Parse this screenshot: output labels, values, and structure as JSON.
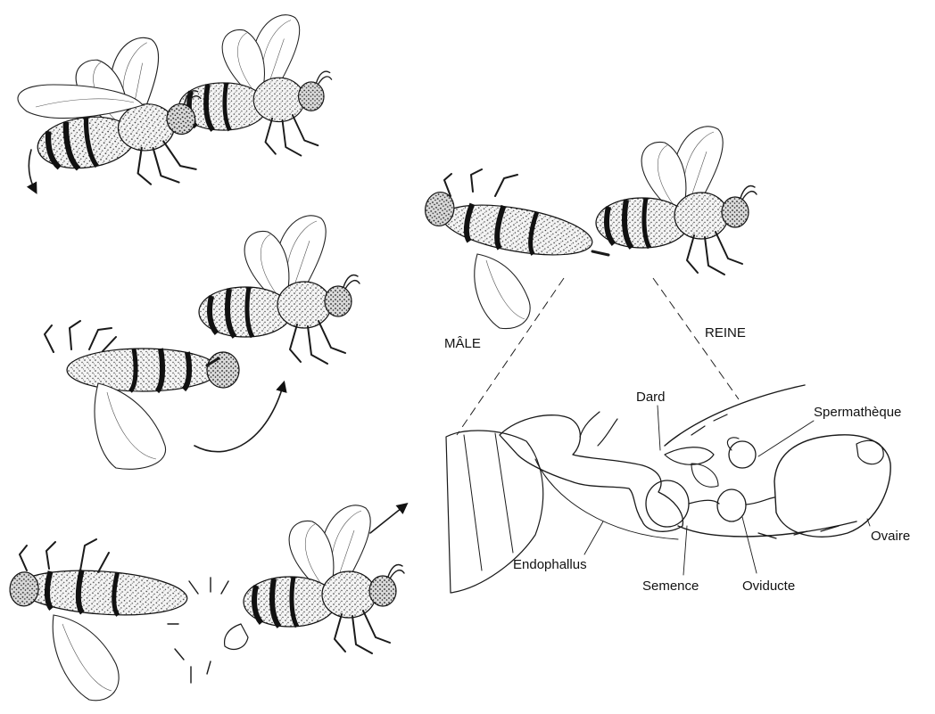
{
  "labels": {
    "male": "MÂLE",
    "queen": "REINE",
    "dard": "Dard",
    "spermatheque": "Spermathèque",
    "endophallus": "Endophallus",
    "ovaire": "Ovaire",
    "semence": "Semence",
    "oviducte": "Oviducte"
  },
  "colors": {
    "ink": "#1a1a1a",
    "paper": "#ffffff",
    "stipple": "#444444"
  }
}
